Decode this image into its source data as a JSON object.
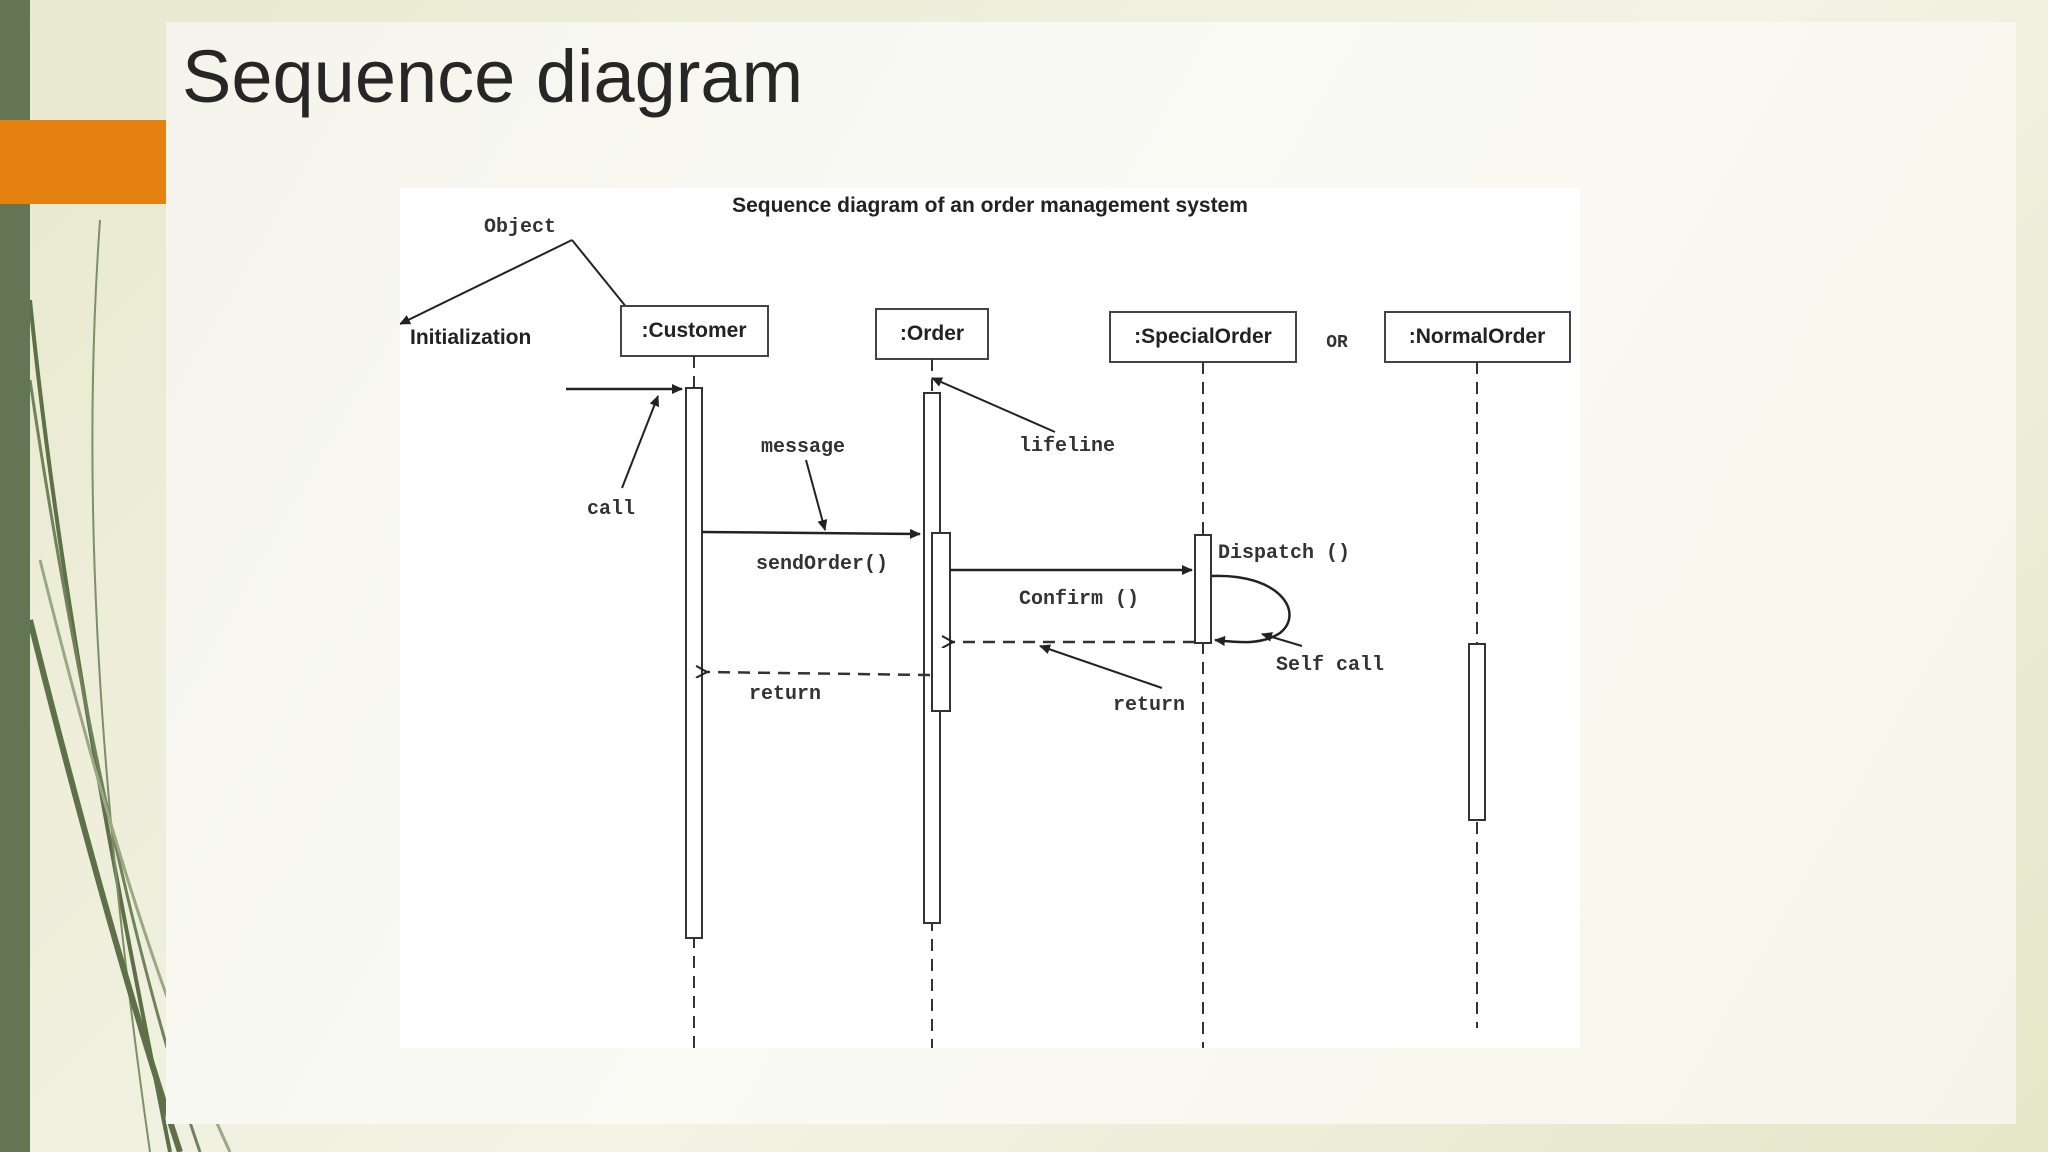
{
  "slide": {
    "title": "Sequence diagram"
  },
  "diagram": {
    "heading": "Sequence diagram of an order management system",
    "objects": {
      "customer": ":Customer",
      "order": ":Order",
      "special_order": ":SpecialOrder",
      "normal_order": ":NormalOrder",
      "or": "OR"
    },
    "annotations": {
      "object": "Object",
      "initialization": "Initialization",
      "call": "call",
      "message": "message",
      "lifeline": "lifeline",
      "self_call": "Self call"
    },
    "messages": {
      "send_order": "sendOrder()",
      "dispatch": "Dispatch ()",
      "confirm": "Confirm ()",
      "return_customer": "return",
      "return_order": "return"
    }
  }
}
